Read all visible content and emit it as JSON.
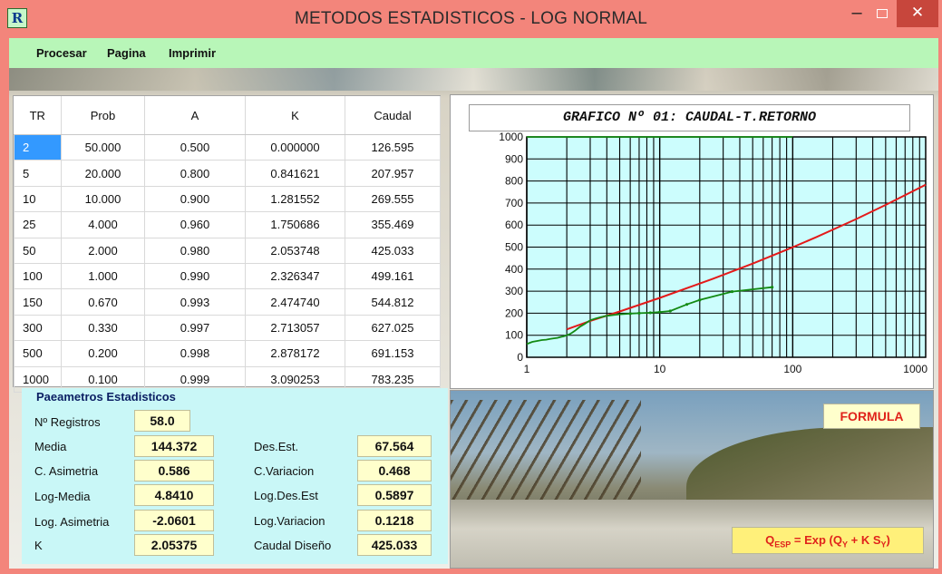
{
  "window": {
    "title": "METODOS ESTADISTICOS - LOG NORMAL",
    "app_icon_letter": "R",
    "minimize_label": "–",
    "close_label": "✕"
  },
  "menu": {
    "items": [
      "Procesar",
      "Pagina",
      "Imprimir"
    ]
  },
  "table": {
    "columns": [
      "TR",
      "Prob",
      "A",
      "K",
      "Caudal"
    ],
    "rows": [
      [
        "2",
        "50.000",
        "0.500",
        "0.000000",
        "126.595"
      ],
      [
        "5",
        "20.000",
        "0.800",
        "0.841621",
        "207.957"
      ],
      [
        "10",
        "10.000",
        "0.900",
        "1.281552",
        "269.555"
      ],
      [
        "25",
        "4.000",
        "0.960",
        "1.750686",
        "355.469"
      ],
      [
        "50",
        "2.000",
        "0.980",
        "2.053748",
        "425.033"
      ],
      [
        "100",
        "1.000",
        "0.990",
        "2.326347",
        "499.161"
      ],
      [
        "150",
        "0.670",
        "0.993",
        "2.474740",
        "544.812"
      ],
      [
        "300",
        "0.330",
        "0.997",
        "2.713057",
        "627.025"
      ],
      [
        "500",
        "0.200",
        "0.998",
        "2.878172",
        "691.153"
      ],
      [
        "1000",
        "0.100",
        "0.999",
        "3.090253",
        "783.235"
      ]
    ]
  },
  "params": {
    "title": "Paeametros Estadisticos",
    "n_registros_label": "Nº Registros",
    "n_registros_value": "58.0",
    "media_label": "Media",
    "media_value": "144.372",
    "des_est_label": "Des.Est.",
    "des_est_value": "67.564",
    "c_asimetria_label": "C. Asimetria",
    "c_asimetria_value": "0.586",
    "c_variacion_label": "C.Variacion",
    "c_variacion_value": "0.468",
    "log_media_label": "Log-Media",
    "log_media_value": "4.8410",
    "log_des_est_label": "Log.Des.Est",
    "log_des_est_value": "0.5897",
    "log_asimetria_label": "Log. Asimetria",
    "log_asimetria_value": "-2.0601",
    "log_variacion_label": "Log.Variacion",
    "log_variacion_value": "0.1218",
    "k_label": "K",
    "k_value": "2.05375",
    "caudal_diseno_label": "Caudal Diseño",
    "caudal_diseno_value": "425.033"
  },
  "chart_data": {
    "type": "line",
    "title": "GRAFICO Nº  01: CAUDAL-T.RETORNO",
    "xscale": "log",
    "xlim": [
      1,
      1000
    ],
    "ylim": [
      0,
      1000
    ],
    "xticks": [
      "1",
      "10",
      "100",
      "1000"
    ],
    "yticks": [
      "0",
      "100",
      "200",
      "300",
      "400",
      "500",
      "600",
      "700",
      "800",
      "900",
      "1000"
    ],
    "grid": true,
    "series": [
      {
        "color": "#e31a1a",
        "x": [
          2.0,
          3.0,
          5.0,
          10,
          25,
          50,
          100,
          150,
          300,
          500,
          1000
        ],
        "y": [
          126.595,
          165,
          207.957,
          269.555,
          355.469,
          425.033,
          499.161,
          544.812,
          627.025,
          691.153,
          783.235
        ]
      },
      {
        "color": "#138a13",
        "x": [
          1.0,
          1.1,
          1.2,
          1.3,
          1.4,
          1.5,
          1.6,
          1.7,
          1.8,
          1.9,
          2.0,
          2.1,
          2.2,
          2.3,
          2.5,
          2.7,
          3.0,
          3.3,
          3.6,
          4.0,
          4.5,
          5.0,
          6.0,
          7.0,
          8.5,
          10,
          12,
          16,
          20,
          35,
          70
        ],
        "y": [
          60,
          70,
          74,
          78,
          80,
          83,
          86,
          88,
          92,
          95,
          100,
          105,
          112,
          120,
          138,
          150,
          168,
          176,
          182,
          188,
          192,
          195,
          198,
          200,
          202,
          205,
          210,
          240,
          260,
          298,
          318
        ]
      },
      {
        "color": "#138a13",
        "x": [
          1.0,
          4.0,
          10,
          20,
          30,
          40,
          60,
          80,
          100
        ],
        "y": [
          1000,
          1000,
          1000,
          1000,
          1000,
          1000,
          1000,
          1000,
          1000
        ]
      }
    ]
  },
  "formula": {
    "button_label": "FORMULA",
    "q_label": "Q",
    "q_sub": "ESP",
    "eq_text": " = Exp (Q",
    "y_sub": "Y",
    "k_text": " + K S",
    "close_paren": ")"
  },
  "colors": {
    "titlebar": "#f3857b",
    "menubar": "#b8f6b8",
    "params_bg": "#c9f7f7",
    "plot_bg": "#ccfdfd",
    "value_bg": "#ffffcc",
    "close_button": "#c7463c",
    "selected_row": "#3399ff"
  }
}
